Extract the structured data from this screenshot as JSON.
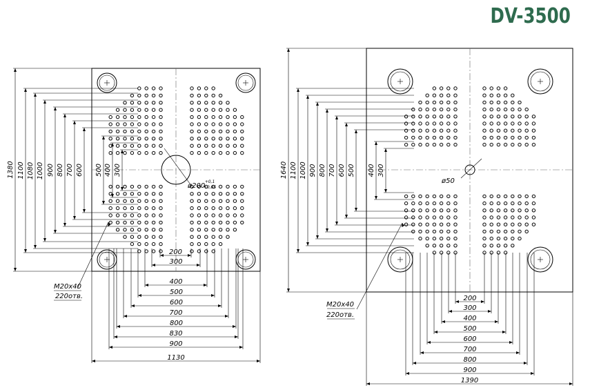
{
  "title": "DV-3500",
  "colors": {
    "title": "#2e6b4e",
    "lines": "#000000",
    "background": "#ffffff"
  },
  "left_platen": {
    "width_label": "1130",
    "height_label": "1380",
    "bottom_dims": [
      "200",
      "300",
      "400",
      "500",
      "600",
      "700",
      "800",
      "830",
      "900",
      "1130"
    ],
    "left_dims": [
      "1380",
      "1100",
      "1080",
      "1000",
      "900",
      "800",
      "700",
      "600",
      "500",
      "400",
      "300"
    ],
    "center_hole_label": "ø200",
    "center_hole_tolerance_upper": "+0,1",
    "center_hole_tolerance_lower": "+0,05",
    "thread_note": "M20x40",
    "thread_count": "220отв."
  },
  "right_platen": {
    "width_label": "1390",
    "height_label": "1640",
    "bottom_dims": [
      "200",
      "300",
      "400",
      "500",
      "600",
      "700",
      "800",
      "900",
      "1390"
    ],
    "left_dims": [
      "1640",
      "1100",
      "1000",
      "900",
      "800",
      "700",
      "600",
      "500",
      "400",
      "300"
    ],
    "center_hole_label": "ø50",
    "thread_note": "M20x40",
    "thread_count": "220отв."
  }
}
